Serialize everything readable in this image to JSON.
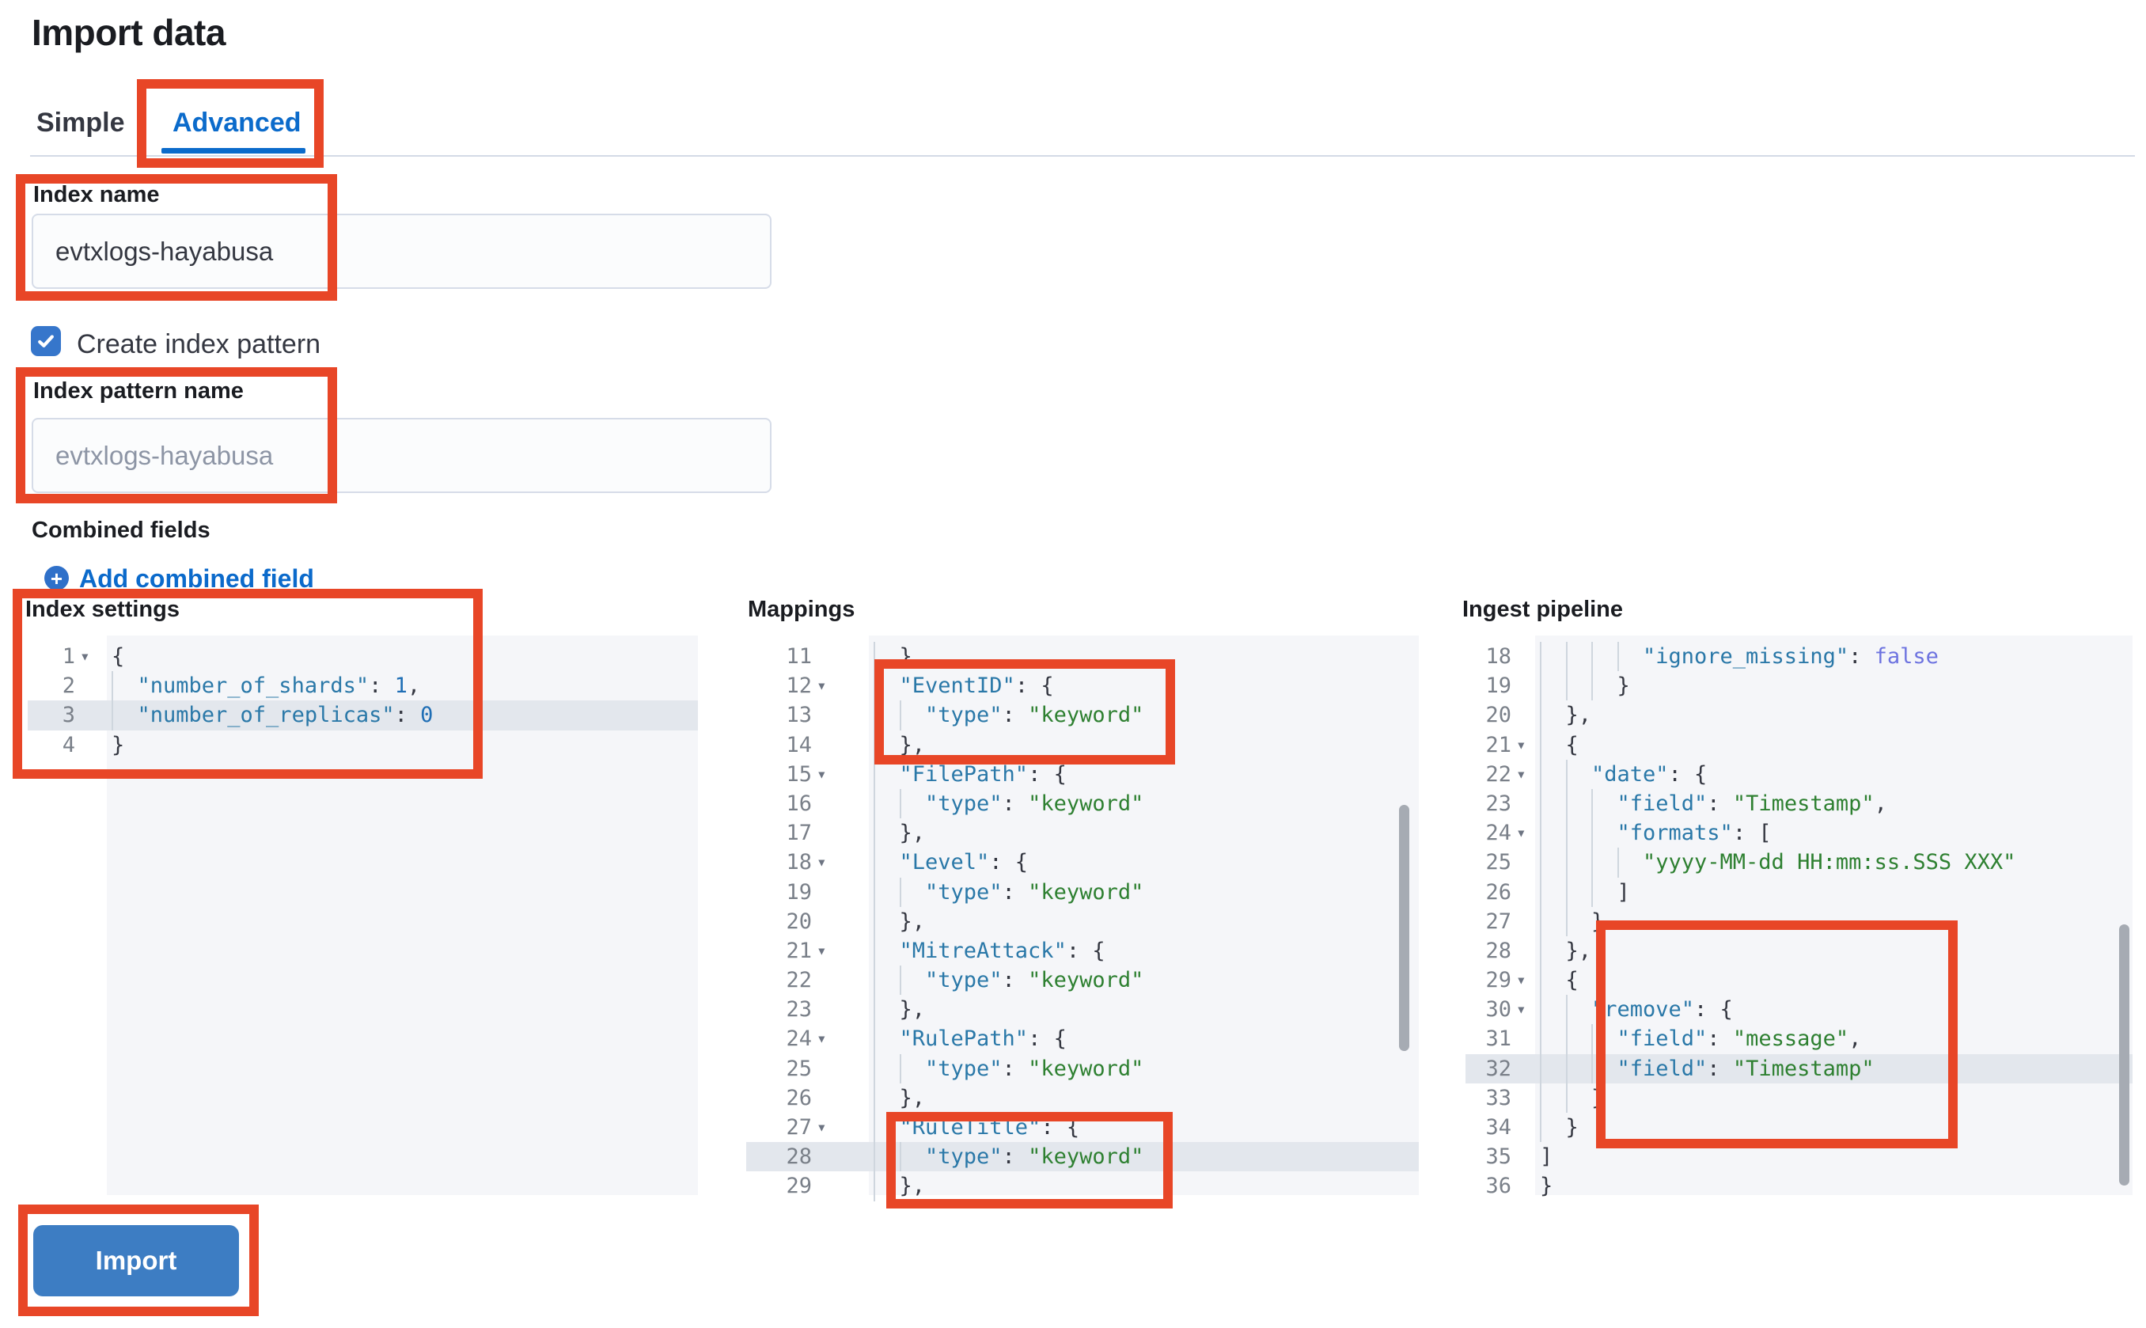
{
  "page": {
    "title": "Import data"
  },
  "tabs": [
    {
      "label": "Simple",
      "active": false
    },
    {
      "label": "Advanced",
      "active": true
    }
  ],
  "form": {
    "index_name": {
      "label": "Index name",
      "value": "evtxlogs-hayabusa"
    },
    "create_index_pattern": {
      "label": "Create index pattern",
      "checked": true
    },
    "index_pattern_name": {
      "label": "Index pattern name",
      "placeholder": "evtxlogs-hayabusa"
    },
    "combined_fields": {
      "label": "Combined fields",
      "add_link_label": "Add combined field"
    }
  },
  "import_button": {
    "label": "Import"
  },
  "colors": {
    "accent_blue": "#0b6bcb",
    "button_blue": "#3d7dc3",
    "checkbox_blue": "#3676cb",
    "link_blue": "#0b6acb",
    "annotation_red": "#e84627",
    "editor_content_bg": "#f5f6f9",
    "editor_highlight_row": "#e3e7ed",
    "code_punctuation": "#343741",
    "code_key": "#2a78a8",
    "code_string_value": "#2e8031",
    "code_number": "#1f6eb5",
    "code_boolean": "#6d73e0"
  },
  "editors": [
    {
      "id": "index-settings",
      "label": "Index settings",
      "lines": [
        {
          "n": "1",
          "fold": true,
          "hl": false,
          "tokens": [
            [
              "p",
              "{"
            ]
          ]
        },
        {
          "n": "2",
          "fold": false,
          "hl": false,
          "tokens": [
            [
              "g",
              ""
            ],
            [
              "k",
              "\"number_of_shards\""
            ],
            [
              "p",
              ": "
            ],
            [
              "n",
              "1"
            ],
            [
              "p",
              ","
            ]
          ]
        },
        {
          "n": "3",
          "fold": false,
          "hl": true,
          "tokens": [
            [
              "g",
              ""
            ],
            [
              "k",
              "\"number_of_replicas\""
            ],
            [
              "p",
              ": "
            ],
            [
              "n",
              "0"
            ]
          ]
        },
        {
          "n": "4",
          "fold": false,
          "hl": false,
          "tokens": [
            [
              "p",
              "}"
            ]
          ]
        }
      ]
    },
    {
      "id": "mappings",
      "label": "Mappings",
      "lines": [
        {
          "n": "11",
          "fold": false,
          "hl": false,
          "tokens": [
            [
              "g",
              ""
            ],
            [
              "p",
              "},"
            ]
          ]
        },
        {
          "n": "12",
          "fold": true,
          "hl": false,
          "tokens": [
            [
              "g",
              ""
            ],
            [
              "k",
              "\"EventID\""
            ],
            [
              "p",
              ": {"
            ]
          ]
        },
        {
          "n": "13",
          "fold": false,
          "hl": false,
          "tokens": [
            [
              "g",
              ""
            ],
            [
              "g",
              ""
            ],
            [
              "k",
              "\"type\""
            ],
            [
              "p",
              ": "
            ],
            [
              "s",
              "\"keyword\""
            ]
          ]
        },
        {
          "n": "14",
          "fold": false,
          "hl": false,
          "tokens": [
            [
              "g",
              ""
            ],
            [
              "p",
              "},"
            ]
          ]
        },
        {
          "n": "15",
          "fold": true,
          "hl": false,
          "tokens": [
            [
              "g",
              ""
            ],
            [
              "k",
              "\"FilePath\""
            ],
            [
              "p",
              ": {"
            ]
          ]
        },
        {
          "n": "16",
          "fold": false,
          "hl": false,
          "tokens": [
            [
              "g",
              ""
            ],
            [
              "g",
              ""
            ],
            [
              "k",
              "\"type\""
            ],
            [
              "p",
              ": "
            ],
            [
              "s",
              "\"keyword\""
            ]
          ]
        },
        {
          "n": "17",
          "fold": false,
          "hl": false,
          "tokens": [
            [
              "g",
              ""
            ],
            [
              "p",
              "},"
            ]
          ]
        },
        {
          "n": "18",
          "fold": true,
          "hl": false,
          "tokens": [
            [
              "g",
              ""
            ],
            [
              "k",
              "\"Level\""
            ],
            [
              "p",
              ": {"
            ]
          ]
        },
        {
          "n": "19",
          "fold": false,
          "hl": false,
          "tokens": [
            [
              "g",
              ""
            ],
            [
              "g",
              ""
            ],
            [
              "k",
              "\"type\""
            ],
            [
              "p",
              ": "
            ],
            [
              "s",
              "\"keyword\""
            ]
          ]
        },
        {
          "n": "20",
          "fold": false,
          "hl": false,
          "tokens": [
            [
              "g",
              ""
            ],
            [
              "p",
              "},"
            ]
          ]
        },
        {
          "n": "21",
          "fold": true,
          "hl": false,
          "tokens": [
            [
              "g",
              ""
            ],
            [
              "k",
              "\"MitreAttack\""
            ],
            [
              "p",
              ": {"
            ]
          ]
        },
        {
          "n": "22",
          "fold": false,
          "hl": false,
          "tokens": [
            [
              "g",
              ""
            ],
            [
              "g",
              ""
            ],
            [
              "k",
              "\"type\""
            ],
            [
              "p",
              ": "
            ],
            [
              "s",
              "\"keyword\""
            ]
          ]
        },
        {
          "n": "23",
          "fold": false,
          "hl": false,
          "tokens": [
            [
              "g",
              ""
            ],
            [
              "p",
              "},"
            ]
          ]
        },
        {
          "n": "24",
          "fold": true,
          "hl": false,
          "tokens": [
            [
              "g",
              ""
            ],
            [
              "k",
              "\"RulePath\""
            ],
            [
              "p",
              ": {"
            ]
          ]
        },
        {
          "n": "25",
          "fold": false,
          "hl": false,
          "tokens": [
            [
              "g",
              ""
            ],
            [
              "g",
              ""
            ],
            [
              "k",
              "\"type\""
            ],
            [
              "p",
              ": "
            ],
            [
              "s",
              "\"keyword\""
            ]
          ]
        },
        {
          "n": "26",
          "fold": false,
          "hl": false,
          "tokens": [
            [
              "g",
              ""
            ],
            [
              "p",
              "},"
            ]
          ]
        },
        {
          "n": "27",
          "fold": true,
          "hl": false,
          "tokens": [
            [
              "g",
              ""
            ],
            [
              "k",
              "\"RuleTitle\""
            ],
            [
              "p",
              ": {"
            ]
          ]
        },
        {
          "n": "28",
          "fold": false,
          "hl": true,
          "tokens": [
            [
              "g",
              ""
            ],
            [
              "g",
              ""
            ],
            [
              "k",
              "\"type\""
            ],
            [
              "p",
              ": "
            ],
            [
              "s",
              "\"keyword\""
            ]
          ]
        },
        {
          "n": "29",
          "fold": false,
          "hl": false,
          "tokens": [
            [
              "g",
              ""
            ],
            [
              "p",
              "},"
            ]
          ]
        }
      ]
    },
    {
      "id": "ingest-pipeline",
      "label": "Ingest pipeline",
      "lines": [
        {
          "n": "18",
          "fold": false,
          "hl": false,
          "tokens": [
            [
              "g",
              ""
            ],
            [
              "g",
              ""
            ],
            [
              "g",
              ""
            ],
            [
              "g",
              ""
            ],
            [
              "k",
              "\"ignore_missing\""
            ],
            [
              "p",
              ": "
            ],
            [
              "b",
              "false"
            ]
          ]
        },
        {
          "n": "19",
          "fold": false,
          "hl": false,
          "tokens": [
            [
              "g",
              ""
            ],
            [
              "g",
              ""
            ],
            [
              "g",
              ""
            ],
            [
              "p",
              "}"
            ]
          ]
        },
        {
          "n": "20",
          "fold": false,
          "hl": false,
          "tokens": [
            [
              "g",
              ""
            ],
            [
              "p",
              "},"
            ]
          ]
        },
        {
          "n": "21",
          "fold": true,
          "hl": false,
          "tokens": [
            [
              "g",
              ""
            ],
            [
              "p",
              "{"
            ]
          ]
        },
        {
          "n": "22",
          "fold": true,
          "hl": false,
          "tokens": [
            [
              "g",
              ""
            ],
            [
              "g",
              ""
            ],
            [
              "k",
              "\"date\""
            ],
            [
              "p",
              ": {"
            ]
          ]
        },
        {
          "n": "23",
          "fold": false,
          "hl": false,
          "tokens": [
            [
              "g",
              ""
            ],
            [
              "g",
              ""
            ],
            [
              "g",
              ""
            ],
            [
              "k",
              "\"field\""
            ],
            [
              "p",
              ": "
            ],
            [
              "s",
              "\"Timestamp\""
            ],
            [
              "p",
              ","
            ]
          ]
        },
        {
          "n": "24",
          "fold": true,
          "hl": false,
          "tokens": [
            [
              "g",
              ""
            ],
            [
              "g",
              ""
            ],
            [
              "g",
              ""
            ],
            [
              "k",
              "\"formats\""
            ],
            [
              "p",
              ": ["
            ]
          ]
        },
        {
          "n": "25",
          "fold": false,
          "hl": false,
          "tokens": [
            [
              "g",
              ""
            ],
            [
              "g",
              ""
            ],
            [
              "g",
              ""
            ],
            [
              "g",
              ""
            ],
            [
              "s",
              "\"yyyy-MM-dd HH:mm:ss.SSS XXX\""
            ]
          ]
        },
        {
          "n": "26",
          "fold": false,
          "hl": false,
          "tokens": [
            [
              "g",
              ""
            ],
            [
              "g",
              ""
            ],
            [
              "g",
              ""
            ],
            [
              "p",
              "]"
            ]
          ]
        },
        {
          "n": "27",
          "fold": false,
          "hl": false,
          "tokens": [
            [
              "g",
              ""
            ],
            [
              "g",
              ""
            ],
            [
              "p",
              "}"
            ]
          ]
        },
        {
          "n": "28",
          "fold": false,
          "hl": false,
          "tokens": [
            [
              "g",
              ""
            ],
            [
              "p",
              "},"
            ]
          ]
        },
        {
          "n": "29",
          "fold": true,
          "hl": false,
          "tokens": [
            [
              "g",
              ""
            ],
            [
              "p",
              "{"
            ]
          ]
        },
        {
          "n": "30",
          "fold": true,
          "hl": false,
          "tokens": [
            [
              "g",
              ""
            ],
            [
              "g",
              ""
            ],
            [
              "k",
              "\"remove\""
            ],
            [
              "p",
              ": {"
            ]
          ]
        },
        {
          "n": "31",
          "fold": false,
          "hl": false,
          "tokens": [
            [
              "g",
              ""
            ],
            [
              "g",
              ""
            ],
            [
              "g",
              ""
            ],
            [
              "k",
              "\"field\""
            ],
            [
              "p",
              ": "
            ],
            [
              "s",
              "\"message\""
            ],
            [
              "p",
              ","
            ]
          ]
        },
        {
          "n": "32",
          "fold": false,
          "hl": true,
          "tokens": [
            [
              "g",
              ""
            ],
            [
              "g",
              ""
            ],
            [
              "g",
              ""
            ],
            [
              "k",
              "\"field\""
            ],
            [
              "p",
              ": "
            ],
            [
              "s",
              "\"Timestamp\""
            ]
          ]
        },
        {
          "n": "33",
          "fold": false,
          "hl": false,
          "tokens": [
            [
              "g",
              ""
            ],
            [
              "g",
              ""
            ],
            [
              "p",
              "}"
            ]
          ]
        },
        {
          "n": "34",
          "fold": false,
          "hl": false,
          "tokens": [
            [
              "g",
              ""
            ],
            [
              "p",
              "}"
            ]
          ]
        },
        {
          "n": "35",
          "fold": false,
          "hl": false,
          "tokens": [
            [
              "p",
              "]"
            ]
          ]
        },
        {
          "n": "36",
          "fold": false,
          "hl": false,
          "tokens": [
            [
              "p",
              "}"
            ]
          ]
        }
      ]
    }
  ]
}
